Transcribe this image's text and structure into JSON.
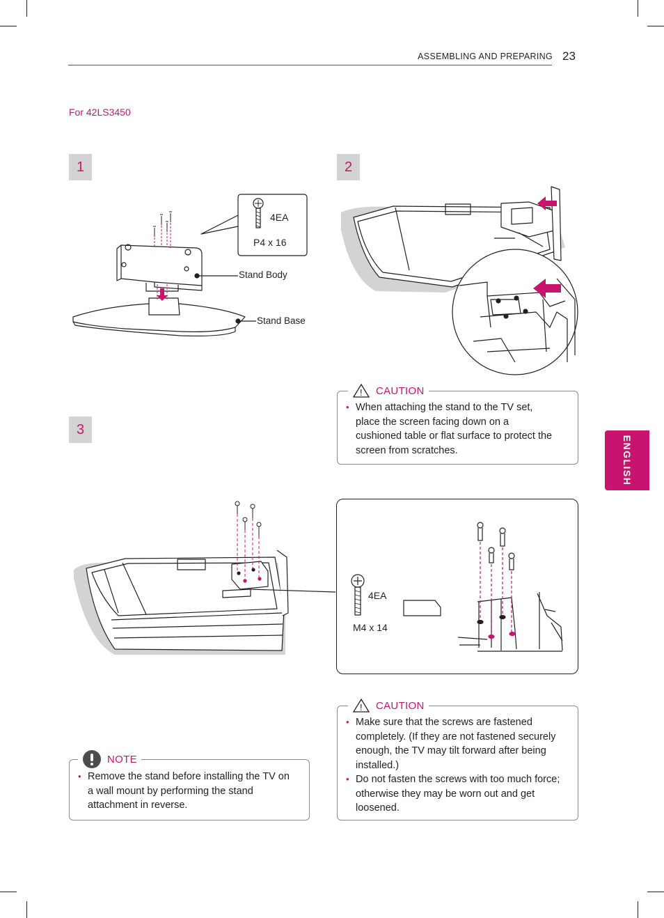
{
  "header": {
    "section_title": "ASSEMBLING AND PREPARING",
    "page_number": "23"
  },
  "model_label": "For 42LS3450",
  "language_tab": "ENGLISH",
  "steps": {
    "step1": "1",
    "step2": "2",
    "step3": "3"
  },
  "step1": {
    "screw_qty": "4EA",
    "screw_spec": "P4 x 16",
    "label_stand_body": "Stand Body",
    "label_stand_base": "Stand Base"
  },
  "step3": {
    "screw_qty": "4EA",
    "screw_spec": "M4 x 14"
  },
  "caution1": {
    "title": "CAUTION",
    "items": [
      "When attaching the stand to the TV set, place the screen facing down on a cushioned table or flat surface to protect the screen from scratches."
    ]
  },
  "caution2": {
    "title": "CAUTION",
    "items": [
      "Make sure that the screws are fastened completely. (If they are not fastened securely enough, the TV may tilt forward after being installed.)",
      "Do not fasten the screws with too much force; otherwise they may be worn out and get loosened."
    ]
  },
  "note": {
    "title": "NOTE",
    "items": [
      "Remove the stand before installing the TV on a wall mount by performing the stand attachment in reverse."
    ]
  },
  "colors": {
    "accent": "#c8146e",
    "step_bg": "#d4d3d3",
    "text": "#231f20"
  }
}
